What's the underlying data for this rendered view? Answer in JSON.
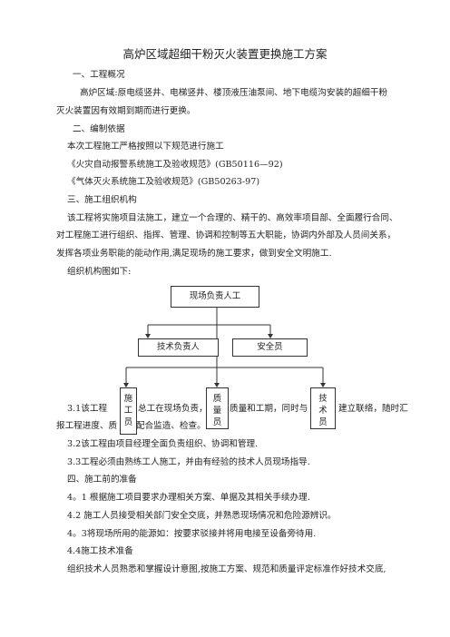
{
  "doc": {
    "title": "高炉区域超细干粉灭火装置更换施工方案",
    "s1_heading": "一、工程概况",
    "s1_p1_line1": "高炉区域:原电缆竖井、电梯竖井、楼顶液压油泵间、地下电缆沟安装的超细干粉",
    "s1_p1_line2": "灭火装置因有效期到期而进行更换。",
    "s2_heading": "二、编制依据",
    "s2_p1": "本次工程施工严格按照以下规范进行施工",
    "s2_ref1": "《火灾自动报警系统施工及验收规范》(GB50116—92)",
    "s2_ref2": "《气体灭火系统施工及验收规范》(GB50263-97)",
    "s3_heading": "三、施工组织机构",
    "s3_p1_line1": "该工程将实施项目法施工，建立一个合理的、精干的、高效率项目部、全面履行合同、",
    "s3_p1_line2": "对工程施工进行组织、指挥、管理、协调和控制等五大职能，协调内外部及人员间关系，",
    "s3_p1_line3": "发挥各项业务职能的能动作用,满足现场的施工要求，做到安全文明施工.",
    "s3_p2": "组织机构图如下:",
    "s3_1_line1_a": "3.1该工程",
    "s3_1_line1_b": "总工在现场负责，",
    "s3_1_line1_c": "质量和工期，同时与",
    "s3_1_line1_d": "建立联络，随时汇",
    "s3_1_line2_a": "报工程进度、质",
    "s3_1_line2_b": "配合监造、检查。",
    "s3_2": "3.2该工程由项目经理全面负责组织、协调和管理.",
    "s3_3": "3.3工程必须由熟练工人施工，并由有经验的技术人员现场指导.",
    "s4_heading": "四、施工前的准备",
    "s4_1": "4。1 根据施工项目要求办理相关方案、单据及其相关手续办理.",
    "s4_2": "4.2 施工人员接受相关部门安全交底，并熟悉现场情况和危险源辨识。",
    "s4_3": "4。3将现场所用的能源如：按要求驳接并将用电接至设备旁待用.",
    "s4_4": "4.4施工技术准备",
    "s4_4_p": "组织技术人员熟悉和掌握设计意图,按施工方案、规范和质量评定标准作好技术交底,"
  },
  "org_chart": {
    "top": "现场负责人工",
    "tech_lead": "技术负责人",
    "safety": "安全员",
    "construction": [
      "施",
      "工",
      "员"
    ],
    "quality": [
      "质",
      "量",
      "员"
    ],
    "technician": [
      "技",
      "术",
      "员"
    ]
  }
}
